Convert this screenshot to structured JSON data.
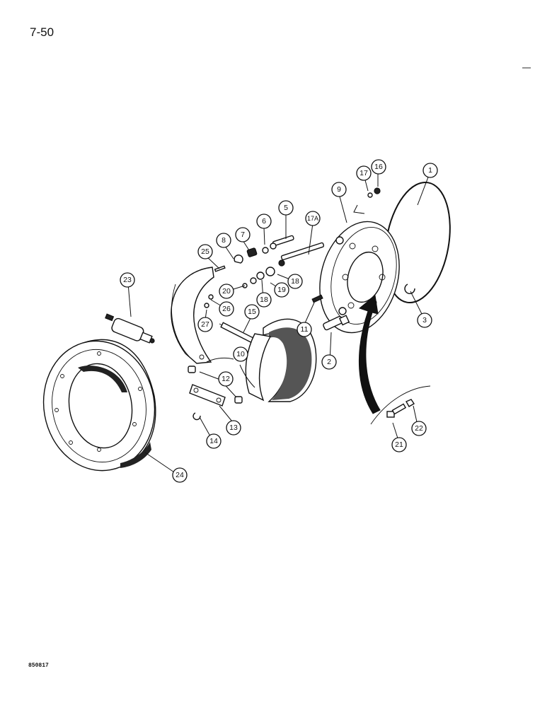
{
  "page": {
    "number": "7-50",
    "figure_code": "850817"
  },
  "callouts": [
    {
      "id": "c1",
      "label": "1"
    },
    {
      "id": "c2",
      "label": "2"
    },
    {
      "id": "c3",
      "label": "3"
    },
    {
      "id": "c5",
      "label": "5"
    },
    {
      "id": "c6",
      "label": "6"
    },
    {
      "id": "c7",
      "label": "7"
    },
    {
      "id": "c8",
      "label": "8"
    },
    {
      "id": "c9",
      "label": "9"
    },
    {
      "id": "c10",
      "label": "10"
    },
    {
      "id": "c11",
      "label": "11"
    },
    {
      "id": "c12",
      "label": "12"
    },
    {
      "id": "c13",
      "label": "13"
    },
    {
      "id": "c14",
      "label": "14"
    },
    {
      "id": "c15",
      "label": "15"
    },
    {
      "id": "c16",
      "label": "16"
    },
    {
      "id": "c17",
      "label": "17"
    },
    {
      "id": "c17a",
      "label": "17A"
    },
    {
      "id": "c18a",
      "label": "18"
    },
    {
      "id": "c18b",
      "label": "18"
    },
    {
      "id": "c19",
      "label": "19"
    },
    {
      "id": "c20",
      "label": "20"
    },
    {
      "id": "c21",
      "label": "21"
    },
    {
      "id": "c22",
      "label": "22"
    },
    {
      "id": "c23",
      "label": "23"
    },
    {
      "id": "c24",
      "label": "24"
    },
    {
      "id": "c25",
      "label": "25"
    },
    {
      "id": "c26",
      "label": "26"
    },
    {
      "id": "c27",
      "label": "27"
    }
  ]
}
